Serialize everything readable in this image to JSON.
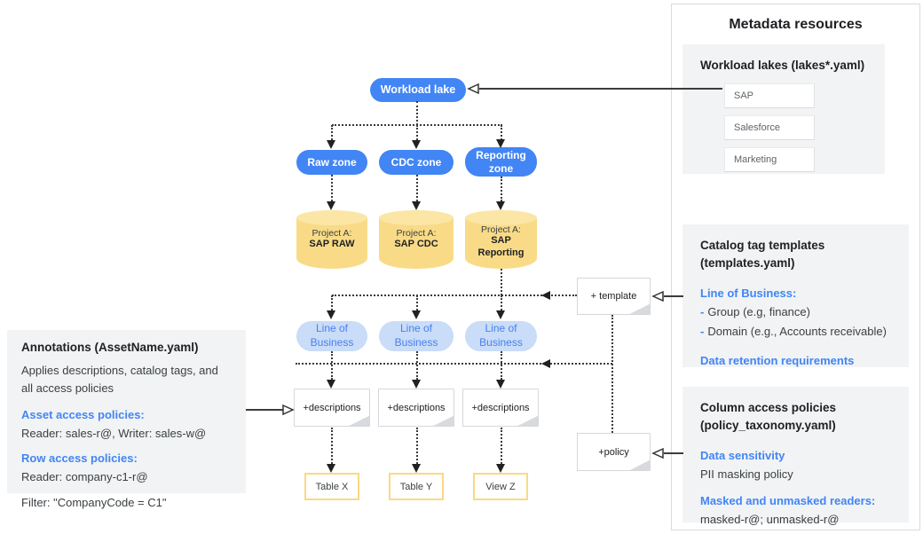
{
  "colors": {
    "node_blue": "#4285F4",
    "lob_fill": "#C9DCF8",
    "lob_text": "#4A80EE",
    "cylinder_fill": "#F9DB87",
    "cylinder_top": "#FBE6A6",
    "table_border": "#FBD982",
    "panel_gray": "#F1F3F4",
    "heading_blue": "#4285F4"
  },
  "diagram": {
    "workload_lake": "Workload lake",
    "zones": [
      "Raw zone",
      "CDC zone",
      "Reporting zone"
    ],
    "projects": [
      {
        "line1": "Project A:",
        "line2": "SAP RAW"
      },
      {
        "line1": "Project A:",
        "line2": "SAP CDC"
      },
      {
        "line1": "Project A:",
        "line2": "SAP Reporting"
      }
    ],
    "lob_tags": [
      "Line of Business",
      "Line of Business",
      "Line of Business"
    ],
    "description_notes": [
      "+descriptions",
      "+descriptions",
      "+descriptions"
    ],
    "outputs": [
      "Table X",
      "Table Y",
      "View Z"
    ],
    "template_note": "+ template",
    "policy_note": "+policy"
  },
  "metadata_panel": {
    "title": "Metadata resources",
    "workload_lakes": {
      "title": "Workload lakes (lakes*.yaml)",
      "items": [
        "SAP",
        "Salesforce",
        "Marketing"
      ]
    },
    "catalog_templates": {
      "title_line1": "Catalog tag templates",
      "title_line2": "(templates.yaml)",
      "heading1": "Line of Business:",
      "bullets": [
        {
          "prefix": "-",
          "text": "Group (e.g, finance)"
        },
        {
          "prefix": "-",
          "text": "Domain (e.g., Accounts receivable)"
        }
      ],
      "heading2": "Data retention requirements"
    },
    "column_policies": {
      "title_line1": "Column access policies",
      "title_line2": "(policy_taxonomy.yaml)",
      "heading1": "Data sensitivity",
      "body1": "PII masking policy",
      "heading2": "Masked and unmasked readers:",
      "body2": "masked-r@; unmasked-r@"
    }
  },
  "annotations_panel": {
    "title": "Annotations (AssetName.yaml)",
    "description": "Applies descriptions, catalog tags, and all access policies",
    "asset_heading": "Asset access policies:",
    "asset_body": "Reader: sales-r@, Writer: sales-w@",
    "row_heading": "Row access policies:",
    "row_body": "Reader: company-c1-r@",
    "filter": "Filter: \"CompanyCode = C1\""
  }
}
